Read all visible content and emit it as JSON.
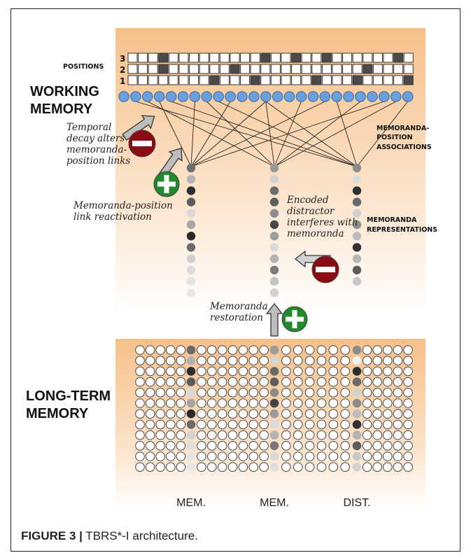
{
  "working_memory": {
    "title_line1": "WORKING",
    "title_line2": "MEMORY",
    "positions_label": "POSITIONS",
    "position_numbers": [
      "3",
      "2",
      "1"
    ],
    "position_grid": [
      "0001000000000100100100000010",
      "0001000000100000000000010000",
      "0000000010001000001000100001"
    ],
    "associations_label": [
      "MEMORANDA-",
      "POSITION",
      "ASSOCIATIONS"
    ],
    "representations_label": [
      "MEMORANDA",
      "REPRESENTATIONS"
    ],
    "temporal_decay_text": [
      "Temporal",
      "decay alters",
      "memoranda-",
      "position links"
    ],
    "reactivation_text": [
      "Memoranda-position",
      "link reactivation"
    ],
    "distractor_text": [
      "Encoded",
      "distractor",
      "interferes with",
      "memoranda"
    ],
    "restoration_text": [
      "Memoranda",
      "restoration"
    ],
    "mem_column_1_shades": [
      "#6e6e6e",
      "#b4b4b4",
      "#2e2e2e",
      "#5c5c5c",
      "#d7d7d7",
      "#a6a6a6",
      "#2a2a2a",
      "#6b6b6b",
      "#cfcfcf",
      "#dcdcdc",
      "#e3e3e3",
      "#e6e6e6"
    ],
    "mem_column_2_shades": [
      "#9a9a9a",
      "#d4d4d4",
      "#6d6d6d",
      "#5f5f5f",
      "#8d8d8d",
      "#474747",
      "#9d9d9d",
      "#d9d9d9",
      "#b4b4b4",
      "#7a7a7a",
      "#c4c4c4",
      "#d2d2d2"
    ],
    "dist_column_shades": [
      "#8c8c8c",
      "#dcdcdc",
      "#2f2f2f",
      "#6a6a6a",
      "#cfcfcf",
      "#8e8e8e",
      "#bcbcbc",
      "#323232",
      "#b6b6b6",
      "#5e5e5e",
      "#c7c7c7"
    ]
  },
  "long_term_memory": {
    "title_line1": "LONG-TERM",
    "title_line2": "MEMORY",
    "column_labels": [
      "MEM.",
      "MEM.",
      "DIST."
    ],
    "mem_column_1_shades": [
      "#6a6a6a",
      "#b2b2b2",
      "#2d2d2d",
      "#5b5b5b",
      "#d8d8d8",
      "#a3a3a3",
      "#2b2b2b",
      "#6a6a6a",
      "#d2d2d2",
      "#dedede",
      "#e4e4e4",
      "#e7e7e7"
    ],
    "mem_column_2_shades": [
      "#9a9a9a",
      "#d3d3d3",
      "#6a6a6a",
      "#5e5e5e",
      "#8a8a8a",
      "#444444",
      "#9b9b9b",
      "#dadada",
      "#b3b3b3",
      "#777777",
      "#d6d6d6",
      "#dfdfdf"
    ],
    "dist_column_shades": [
      "#8c8c8c",
      "#f0f0f0",
      "#2f2f2f",
      "#6b6b6b",
      "#d0d0d0",
      "#8b8b8b",
      "#bdbdbd",
      "#303030",
      "#b3b3b3",
      "#5b5b5b",
      "#c8c8c8",
      "#d3d3d3"
    ]
  },
  "caption": {
    "figure_label": "FIGURE 3 |",
    "text": " TBRS*-I architecture."
  },
  "colors": {
    "blue_node": "#6a9fdc",
    "minus_sign": "#8b0a12",
    "plus_sign": "#21892c",
    "panel_orange": "#f6c08a"
  }
}
